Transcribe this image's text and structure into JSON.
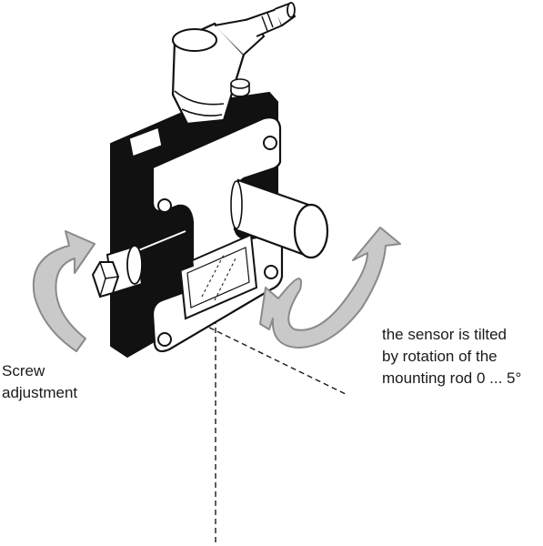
{
  "labels": {
    "screw": [
      "Screw",
      "adjustment"
    ],
    "tilt": [
      "the sensor is tilted",
      "by rotation of the",
      "mounting rod 0 ... 5°"
    ]
  },
  "colors": {
    "ink": "#1a1a1a",
    "body": "#111111",
    "arrow_fill": "#c9c9c9",
    "arrow_stroke": "#8a8a8a"
  },
  "icons": [
    "rotate-arrow-left",
    "rotate-arrow-right"
  ]
}
